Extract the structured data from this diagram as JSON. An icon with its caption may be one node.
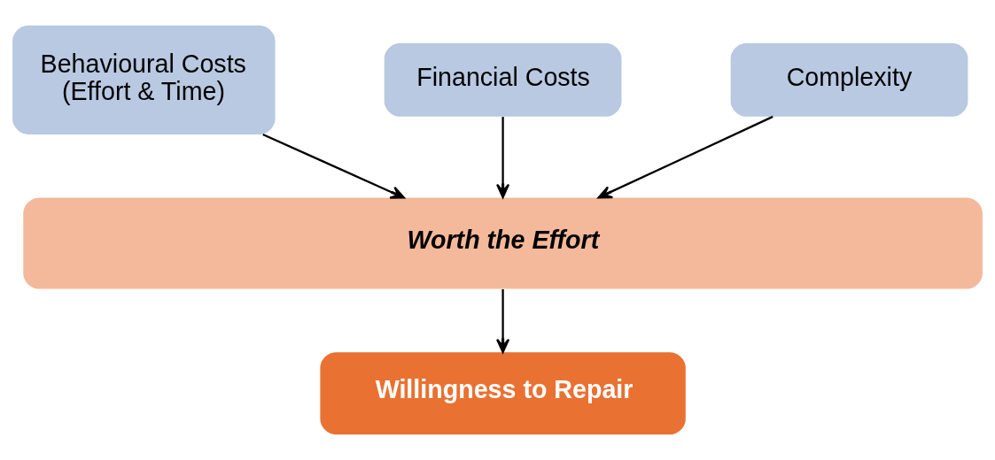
{
  "diagram": {
    "nodes": [
      {
        "text": [
          "Behavioural Costs (Effort & Time)"
        ]
      },
      {
        "text": [
          "Financial Costs"
        ]
      },
      {
        "text": [
          "Complexity"
        ]
      },
      {
        "text": [
          "Worth the Effort"
        ]
      },
      {
        "text": [
          "Willingness to Repair"
        ]
      }
    ],
    "edges": [
      {
        "from": 0,
        "to": 3,
        "arrow": "to"
      },
      {
        "from": 1,
        "to": 3,
        "arrow": "to"
      },
      {
        "from": 2,
        "to": 3,
        "arrow": "to"
      },
      {
        "from": 3,
        "to": 4,
        "arrow": "to"
      }
    ]
  }
}
